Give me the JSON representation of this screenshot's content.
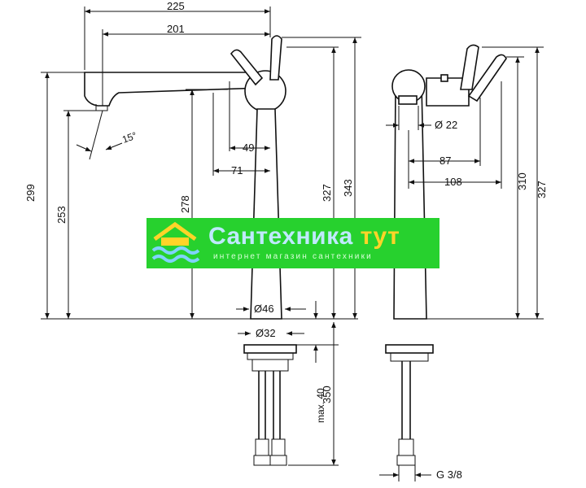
{
  "front_view": {
    "dimensions": {
      "overall_reach": "225",
      "spout_reach": "201",
      "height_total": "343",
      "height_body": "327",
      "height_outlet": "299",
      "height_aerator": "253",
      "height_spout_under": "278",
      "handle_offset_49": "49",
      "handle_offset_71": "71",
      "angle": "15°",
      "base_diameter": "Ø46",
      "shank_diameter": "Ø32",
      "shank_length": "350",
      "max_deck": "max. 40"
    }
  },
  "side_view": {
    "dimensions": {
      "aerator_diameter": "Ø 22",
      "handle_reach_87": "87",
      "handle_reach_108": "108",
      "height_310": "310",
      "height_327": "327",
      "thread": "G 3/8"
    }
  },
  "watermark": {
    "title_part1": "Сантехника ",
    "title_part2": "тут",
    "subtitle": "интернет магазин сантехники",
    "color_bg": "#27d12e",
    "color_title1": "#bfe9ff",
    "color_title2": "#ffd428"
  }
}
